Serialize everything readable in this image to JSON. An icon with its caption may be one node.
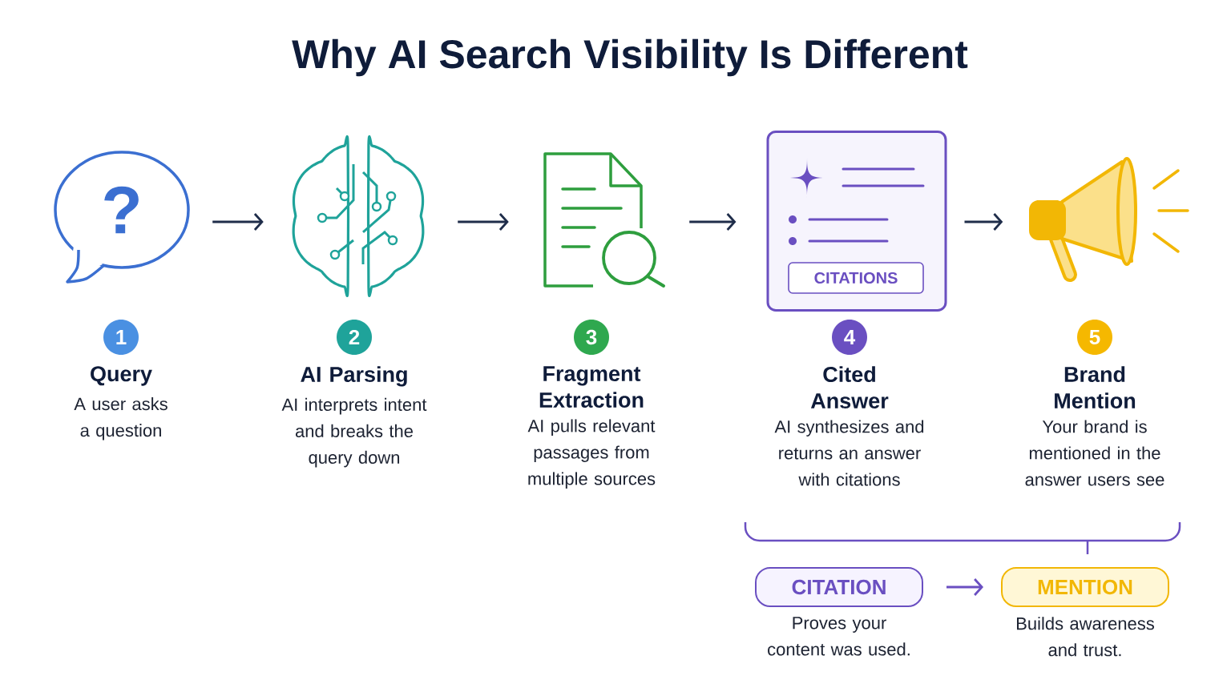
{
  "diagram": {
    "title": "Why AI Search Visibility Is Different",
    "nodes": [
      {
        "text": [
          "?"
        ]
      },
      {
        "text": [],
        "shape": "picture"
      },
      {
        "text": [],
        "shape": "picture"
      },
      {
        "text": [],
        "shape": "box"
      },
      {
        "text": [
          "CITATIONS"
        ],
        "in": 3
      },
      {
        "text": [],
        "shape": "picture"
      },
      {
        "text": [
          "1"
        ],
        "beside": [
          "Query",
          "A user asks a question"
        ]
      },
      {
        "text": [
          "2"
        ],
        "beside": [
          "AI Parsing",
          "AI interprets intent and breaks the query down"
        ]
      },
      {
        "text": [
          "3"
        ],
        "beside": [
          "Fragment Extraction",
          "AI pulls relevant passages from multiple sources"
        ]
      },
      {
        "text": [
          "4"
        ],
        "beside": [
          "Cited Answer",
          "AI synthesizes and returns an answer with citations"
        ]
      },
      {
        "text": [
          "5"
        ],
        "beside": [
          "Brand Mention",
          "Your brand is mentioned in the answer users see"
        ]
      },
      {
        "text": [
          "CITATION"
        ],
        "beside": [
          "Proves your content was used."
        ]
      },
      {
        "text": [
          "MENTION"
        ],
        "beside": [
          "Builds awareness and trust."
        ]
      }
    ],
    "edges": [
      {
        "from": 0,
        "to": 1,
        "arrow": "to"
      },
      {
        "from": 1,
        "to": 2,
        "arrow": "to"
      },
      {
        "from": 2,
        "to": 3,
        "arrow": "to"
      },
      {
        "from": 3,
        "to": 5,
        "arrow": "to"
      },
      {
        "from": 11,
        "to": 12,
        "arrow": "to",
        "color": "#6a4fc1"
      }
    ]
  }
}
